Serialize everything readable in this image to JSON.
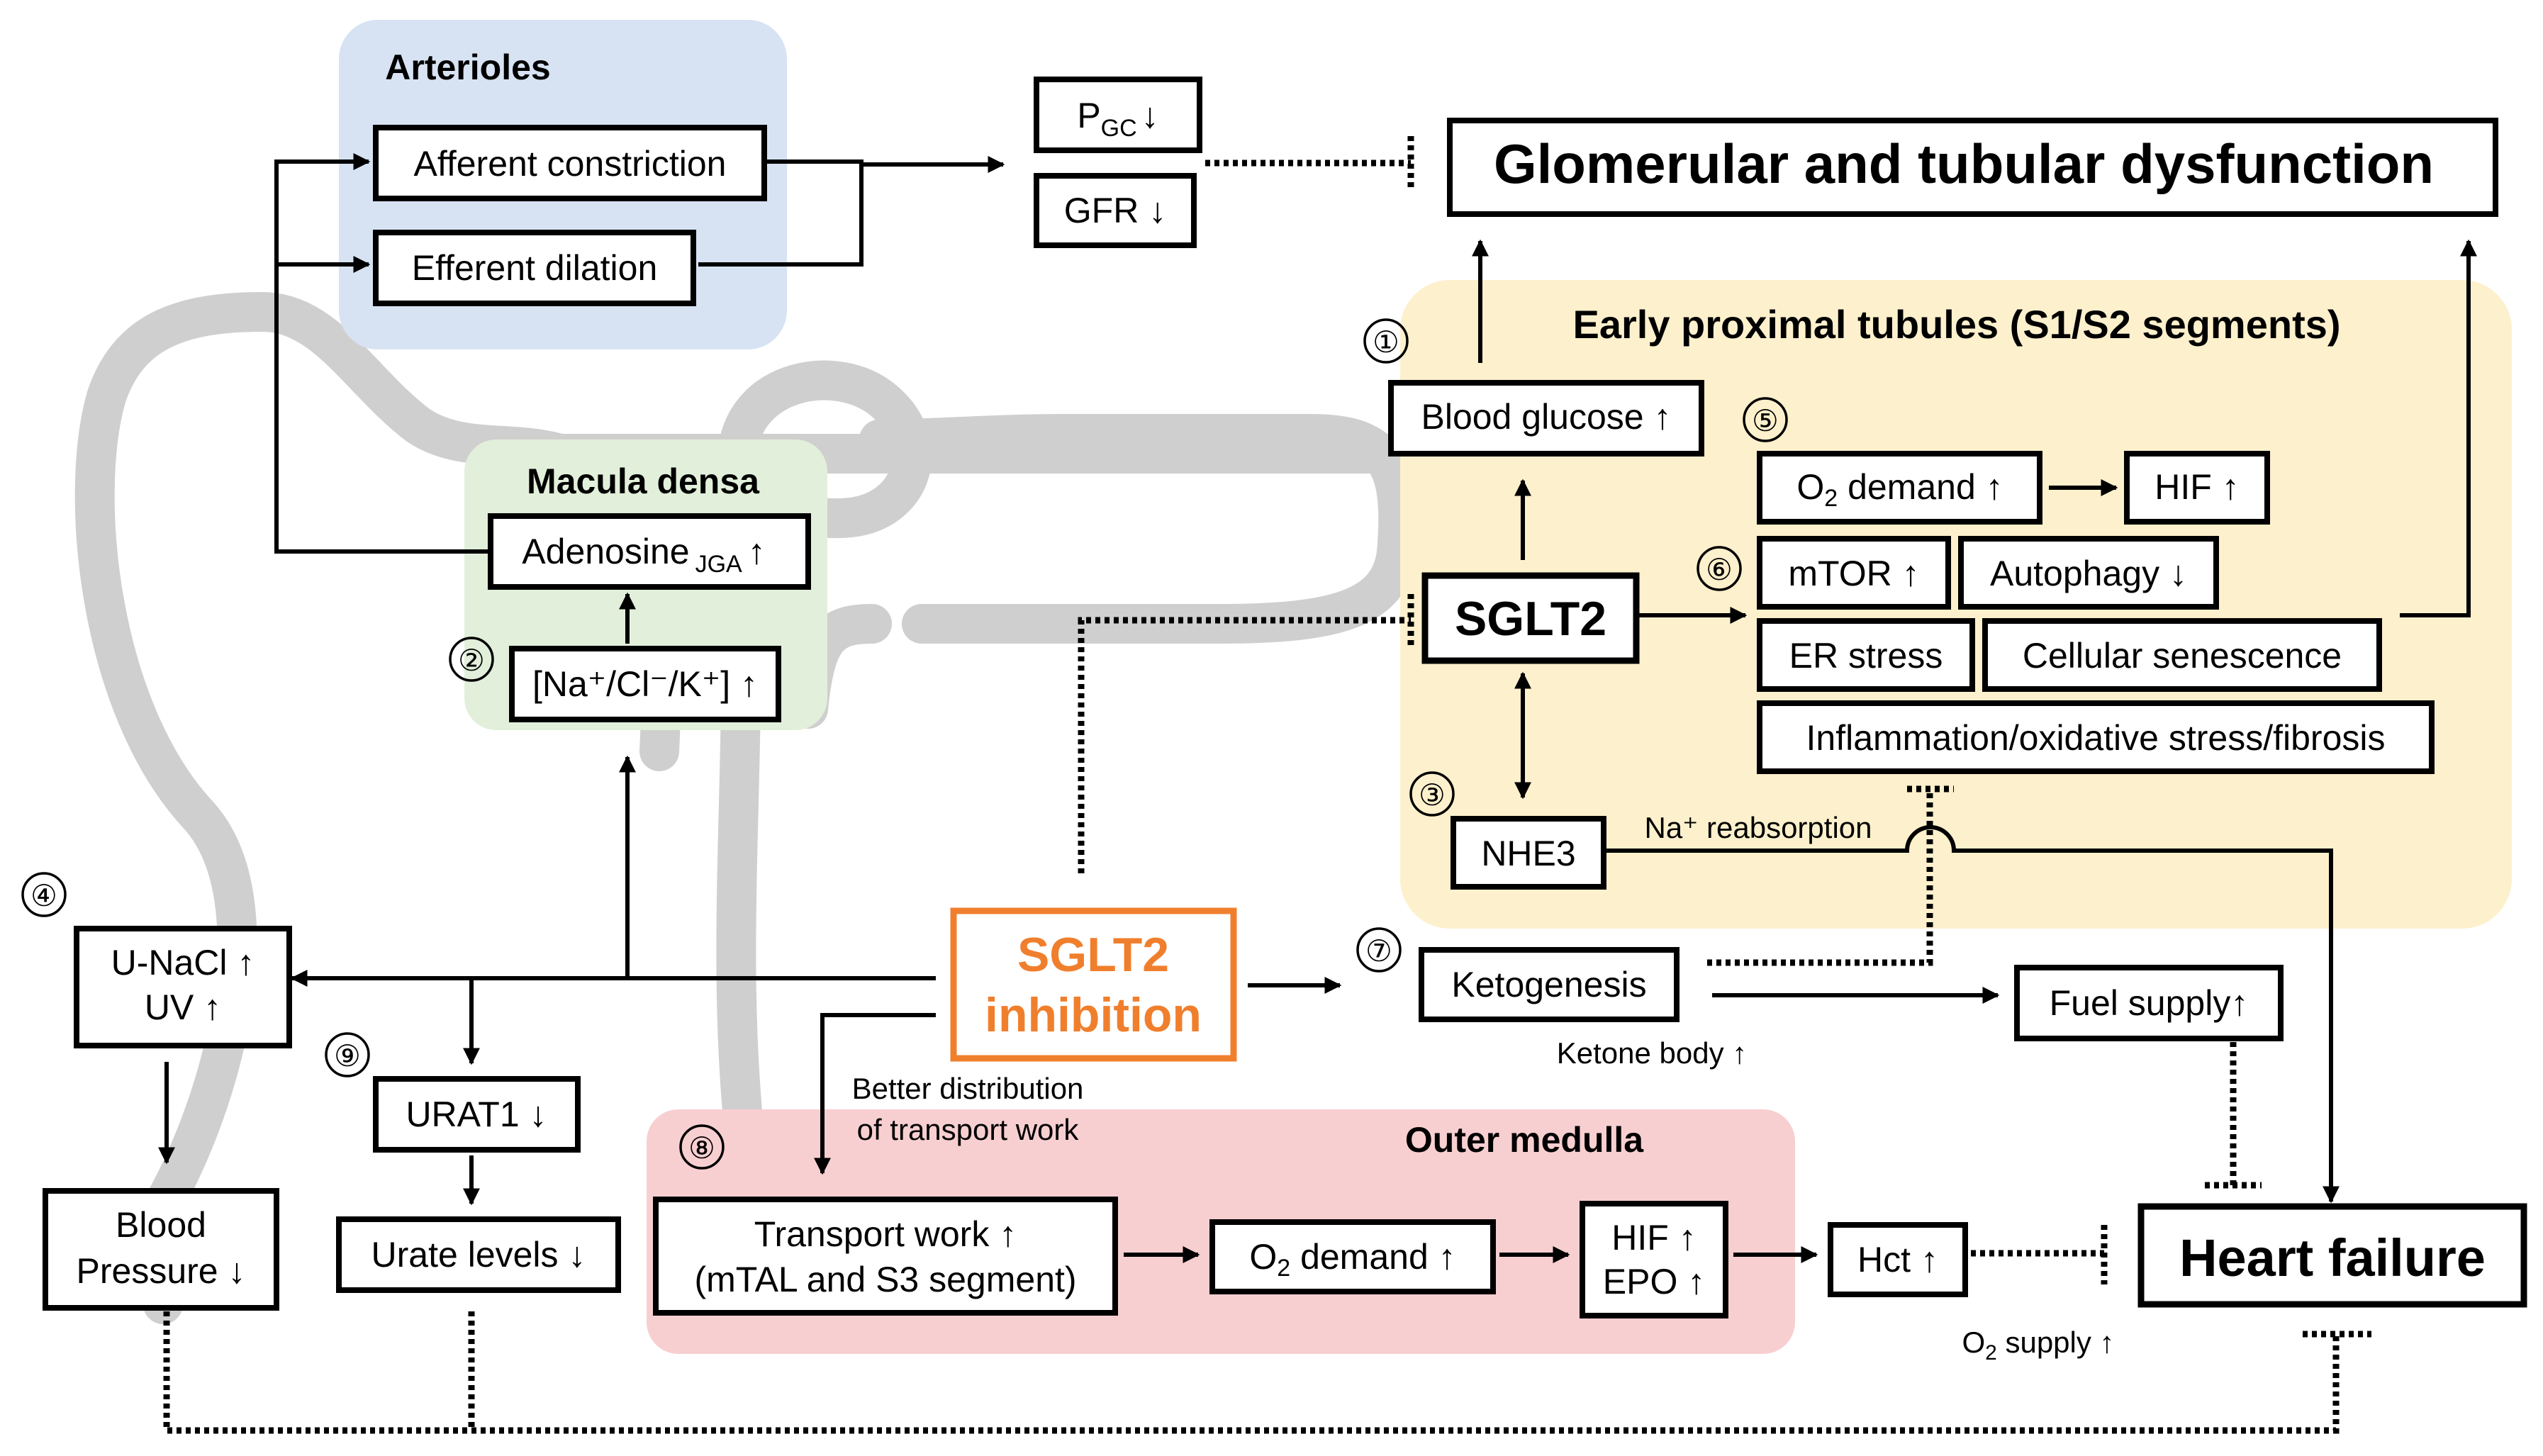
{
  "regions": {
    "arterioles": "Arterioles",
    "macula_densa": "Macula densa",
    "early_proximal": "Early proximal tubules (S1/S2 segments)",
    "outer_medulla": "Outer medulla"
  },
  "boxes": {
    "afferent": "Afferent constriction",
    "efferent": "Efferent dilation",
    "pgc_main": "P",
    "pgc_sub": "GC",
    "pgc_arrow": "↓",
    "gfr": "GFR ↓",
    "glomerular": "Glomerular and tubular dysfunction",
    "blood_glucose": "Blood glucose ↑",
    "o2_demand_top_pre": "O",
    "o2_demand_top_sub": "2",
    "o2_demand_top_post": " demand ↑",
    "hif_top": "HIF ↑",
    "mtor": "mTOR ↑",
    "autophagy": "Autophagy ↓",
    "sglt2": "SGLT2",
    "er_stress": "ER stress",
    "senescence": "Cellular senescence",
    "inflammation": "Inflammation/oxidative stress/fibrosis",
    "nhe3": "NHE3",
    "adenosine_main": "Adenosine",
    "adenosine_sub": "JGA",
    "adenosine_arrow": "↑",
    "ions": "[Na⁺/Cl⁻/K⁺] ↑",
    "unacl_line1": "U-NaCl ↑",
    "unacl_line2": "UV ↑",
    "blood_pressure_line1": "Blood",
    "blood_pressure_line2": "Pressure ↓",
    "urat1": "URAT1 ↓",
    "urate": "Urate levels ↓",
    "sglt2_inhibition_line1": "SGLT2",
    "sglt2_inhibition_line2": "inhibition",
    "ketogenesis": "Ketogenesis",
    "fuel_supply": "Fuel supply↑",
    "transport_line1": "Transport work ↑",
    "transport_line2": "(mTAL and S3 segment)",
    "o2_demand_bottom_pre": "O",
    "o2_demand_bottom_sub": "2",
    "o2_demand_bottom_post": " demand ↑",
    "hif_epo_line1": "HIF ↑",
    "hif_epo_line2": "EPO ↑",
    "hct": "Hct ↑",
    "heart_failure": "Heart failure"
  },
  "labels": {
    "na_reabsorption": "Na⁺ reabsorption",
    "ketone_body": "Ketone body ↑",
    "better_dist_line1": "Better distribution",
    "better_dist_line2": "of transport work",
    "o2_supply_pre": "O",
    "o2_supply_sub": "2",
    "o2_supply_post": " supply ↑"
  },
  "numbers": [
    "①",
    "②",
    "③",
    "④",
    "⑤",
    "⑥",
    "⑦",
    "⑧",
    "⑨"
  ],
  "colors": {
    "arterioles_bg": "#d7e3f3",
    "macula_bg": "#e2efda",
    "proximal_bg": "#fdf0cc",
    "medulla_bg": "#f8cfd1",
    "tubule_gray": "#cfcfcf",
    "inhibition_orange": "#f07f2d"
  }
}
